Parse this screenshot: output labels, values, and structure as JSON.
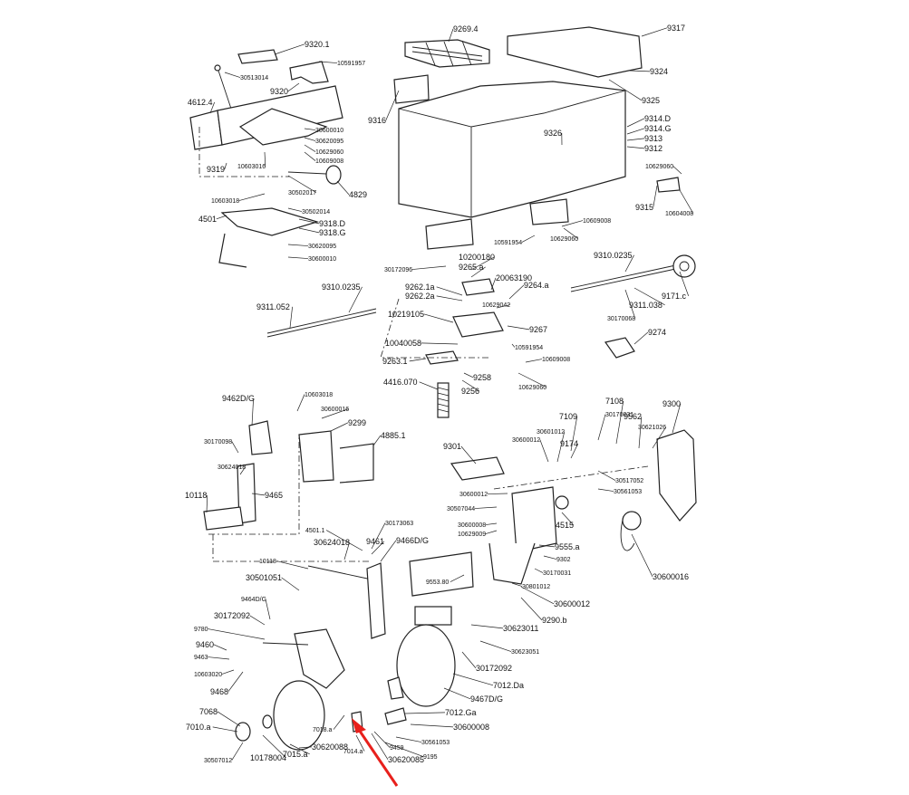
{
  "diagram": {
    "callouts": [
      "9320.1",
      "10591957",
      "30513014",
      "9320",
      "4612.4",
      "30600010",
      "30620095",
      "10629060",
      "10609008",
      "9319",
      "10603016",
      "4829",
      "30502017",
      "10603018",
      "30502014",
      "4501",
      "9318.D",
      "9318.G",
      "30620095",
      "30600010",
      "9269.4",
      "9317",
      "9324",
      "9325",
      "9316",
      "9326",
      "9314.D",
      "9314.G",
      "9313",
      "9312",
      "10629060",
      "9315",
      "10604008",
      "10609008",
      "10591954",
      "10629060",
      "30172096",
      "10200180",
      "9265.a",
      "20063190",
      "9262.1a",
      "9262.2a",
      "10629042",
      "9264.a",
      "9310.0235",
      "9171.c",
      "9311.038",
      "30170068",
      "9310.0235",
      "9311.052",
      "10219105",
      "9267",
      "10040058",
      "10591954",
      "10609008",
      "9274",
      "9263.1",
      "9258",
      "10629060",
      "4416.070",
      "9256",
      "9462D/G",
      "10603018",
      "30600016",
      "9299",
      "4885.1",
      "30170098",
      "30624018",
      "10118",
      "9465",
      "9301",
      "30601012",
      "30600012",
      "7109",
      "30170031",
      "7108",
      "9562",
      "30621026",
      "9300",
      "9174",
      "30517052",
      "30600012",
      "30561053",
      "30507044",
      "4515",
      "30600008",
      "10629009",
      "9555.a",
      "9302",
      "30170031",
      "30801012",
      "30600016",
      "9553.80",
      "30600012",
      "9290.b",
      "4501.1",
      "30173063",
      "30624018",
      "9461",
      "9466D/G",
      "10118",
      "30501051",
      "9464D/G",
      "30172092",
      "9780",
      "30623011",
      "9460",
      "9463",
      "30623051",
      "10603020",
      "30172092",
      "7012.Da",
      "9468",
      "9467D/G",
      "7068",
      "7010.a",
      "7012.Ga",
      "7018.a",
      "30600008",
      "9459",
      "30561053",
      "30620088",
      "9195",
      "30507012",
      "10178004",
      "7015.a",
      "7014.a",
      "30620085",
      "7018.a"
    ]
  }
}
